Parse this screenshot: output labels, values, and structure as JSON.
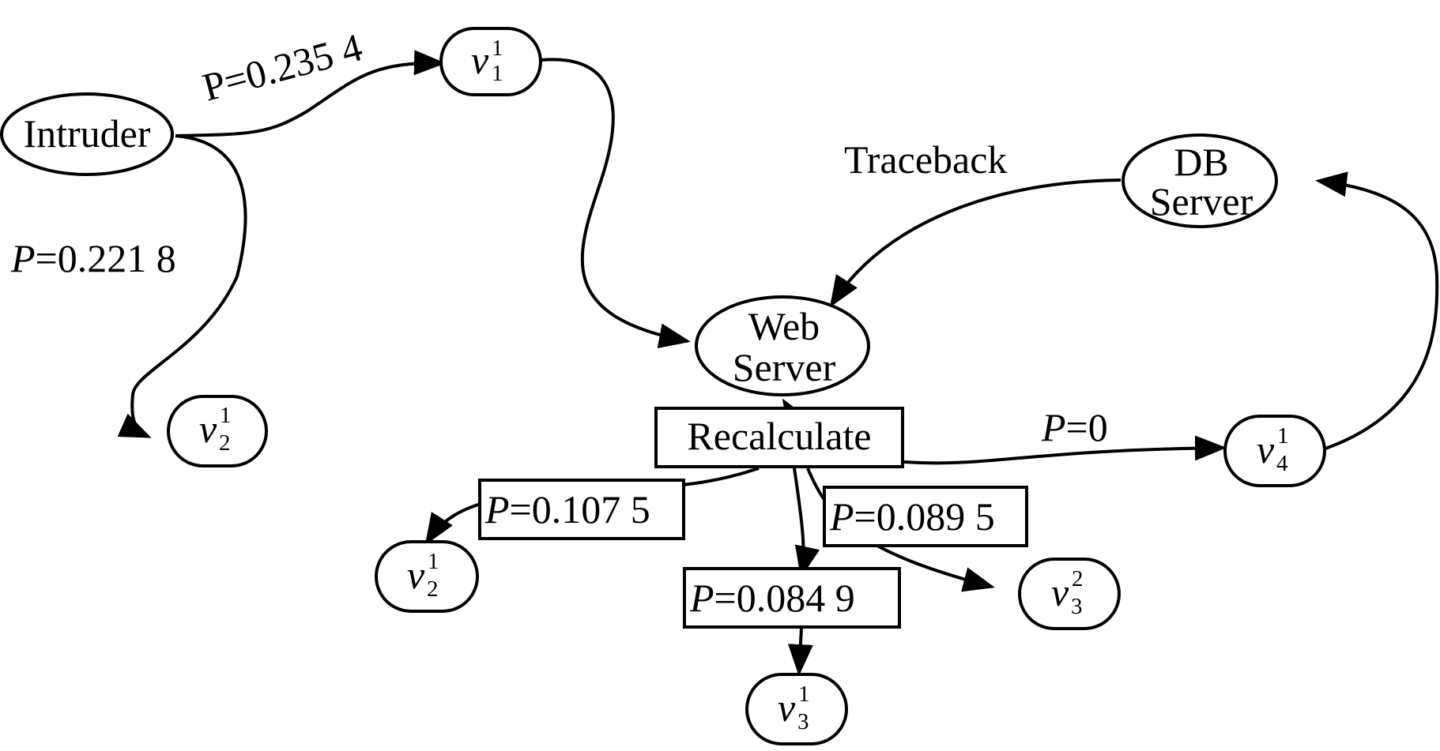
{
  "nodes": {
    "intruder": "Intruder",
    "web_server": [
      "Web",
      "Server"
    ],
    "db_server": [
      "DB",
      "Server"
    ],
    "recalculate": "Recalculate",
    "v": {
      "v11": {
        "letter": "v",
        "sub": "1",
        "sup": "1"
      },
      "v21_top": {
        "letter": "v",
        "sub": "2",
        "sup": "1"
      },
      "v21_bottom": {
        "letter": "v",
        "sub": "2",
        "sup": "1"
      },
      "v31": {
        "letter": "v",
        "sub": "3",
        "sup": "1"
      },
      "v32": {
        "letter": "v",
        "sub": "3",
        "sup": "2"
      },
      "v41": {
        "letter": "v",
        "sub": "4",
        "sup": "1"
      }
    }
  },
  "edge_labels": {
    "traceback": "Traceback",
    "p_intruder_v11": {
      "p": "P",
      "rest": "=0.235 4"
    },
    "p_intruder_v21": {
      "p": "P",
      "rest": "=0.221 8"
    },
    "p_v41": {
      "p": "P",
      "rest": "=0"
    },
    "p_v21": {
      "p": "P",
      "rest": "=0.107 5"
    },
    "p_v32": {
      "p": "P",
      "rest": "=0.089 5"
    },
    "p_v31": {
      "p": "P",
      "rest": "=0.084 9"
    }
  }
}
